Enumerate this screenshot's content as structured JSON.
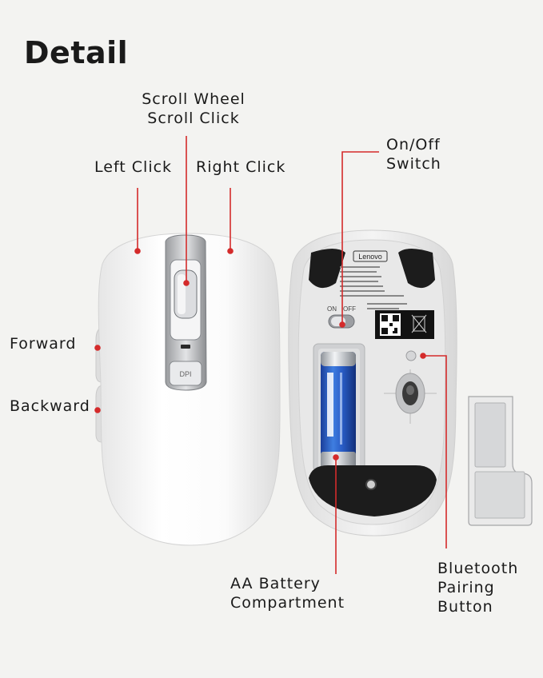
{
  "title": "Detail",
  "labels": {
    "scroll_wheel": "Scroll Wheel",
    "scroll_click": "Scroll Click",
    "left_click": "Left Click",
    "right_click": "Right Click",
    "on_off_1": "On/Off",
    "on_off_2": "Switch",
    "forward": "Forward",
    "backward": "Backward",
    "battery_1": "AA Battery",
    "battery_2": "Compartment",
    "bt_1": "Bluetooth",
    "bt_2": "Pairing",
    "bt_3": "Button"
  },
  "device": {
    "brand": "Lenovo",
    "dpi_label": "DPI",
    "switch_on": "ON",
    "switch_off": "OFF"
  },
  "colors": {
    "accent": "#d42b2b",
    "mouse_body": "#fafafa",
    "panel": "#d9dadb"
  }
}
